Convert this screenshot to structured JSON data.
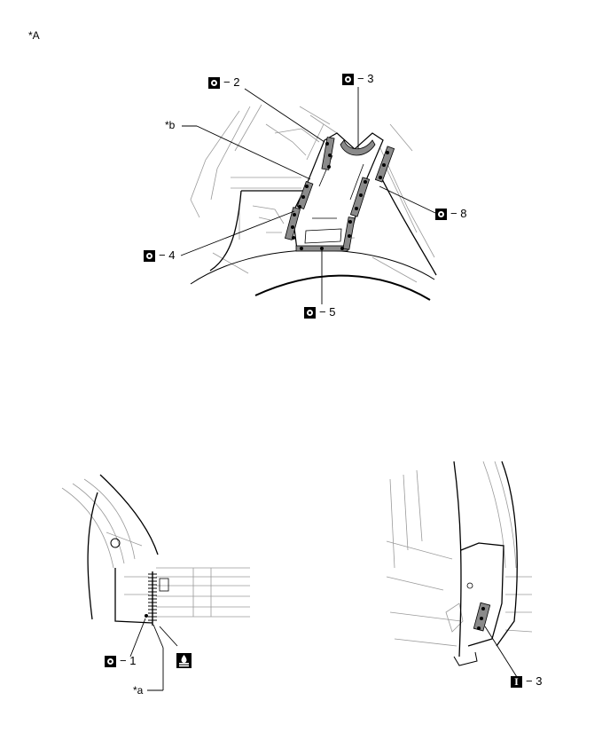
{
  "view_label": "*A",
  "callouts": {
    "o2": {
      "symbol": "spot-weld-icon",
      "text": "− 2"
    },
    "o3": {
      "symbol": "spot-weld-icon",
      "text": "− 3"
    },
    "o4": {
      "symbol": "spot-weld-icon",
      "text": "− 4"
    },
    "o5": {
      "symbol": "spot-weld-icon",
      "text": "− 5"
    },
    "o8": {
      "symbol": "spot-weld-icon",
      "text": "− 8"
    },
    "o1": {
      "symbol": "spot-weld-icon",
      "text": "− 1"
    },
    "i3": {
      "symbol": "plug-weld-icon",
      "text": "− 3"
    }
  },
  "notes": {
    "b": "*b",
    "a": "*a"
  },
  "sealer_symbol": "sealer-icon",
  "colors": {
    "weld_area": "#8a8a8a",
    "line": "#000000",
    "light_line": "#9a9a9a"
  }
}
